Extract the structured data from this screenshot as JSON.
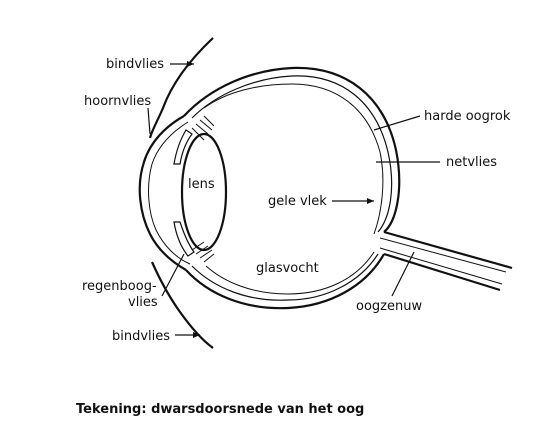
{
  "labels": {
    "bindvlies_top": "bindvlies",
    "hoornvlies": "hoornvlies",
    "harde_oogrok": "harde oogrok",
    "netvlies": "netvlies",
    "lens": "lens",
    "gele_vlek": "gele vlek",
    "glasvocht": "glasvocht",
    "regenboogvlies_line1": "regenboog-",
    "regenboogvlies_line2": "vlies",
    "bindvlies_bottom": "bindvlies",
    "oogzenuw": "oogzenuw"
  },
  "caption": "Tekening: dwarsdoorsnede van het oog"
}
